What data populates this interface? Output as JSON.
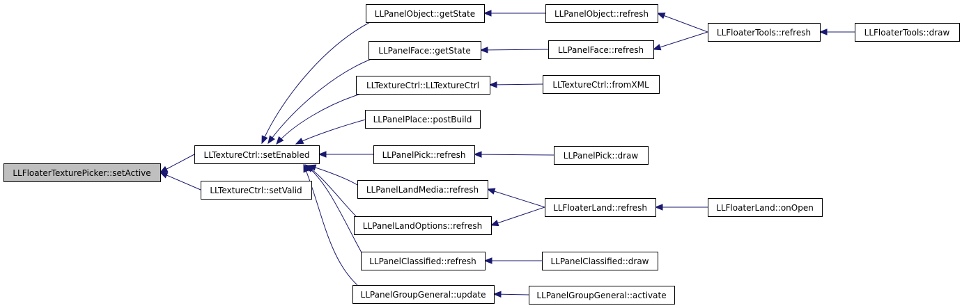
{
  "nodes": [
    {
      "id": "n0",
      "label": "LLFloaterTexturePicker::setActive",
      "root": true
    },
    {
      "id": "n1",
      "label": "LLTextureCtrl::setEnabled"
    },
    {
      "id": "n2",
      "label": "LLTextureCtrl::setValid"
    },
    {
      "id": "n3",
      "label": "LLPanelObject::getState"
    },
    {
      "id": "n4",
      "label": "LLPanelFace::getState"
    },
    {
      "id": "n5",
      "label": "LLTextureCtrl::LLTextureCtrl"
    },
    {
      "id": "n6",
      "label": "LLPanelPlace::postBuild"
    },
    {
      "id": "n7",
      "label": "LLPanelPick::refresh"
    },
    {
      "id": "n8",
      "label": "LLPanelLandMedia::refresh"
    },
    {
      "id": "n9",
      "label": "LLPanelLandOptions::refresh"
    },
    {
      "id": "n10",
      "label": "LLPanelClassified::refresh"
    },
    {
      "id": "n11",
      "label": "LLPanelGroupGeneral::update"
    },
    {
      "id": "n12",
      "label": "LLPanelObject::refresh"
    },
    {
      "id": "n13",
      "label": "LLPanelFace::refresh"
    },
    {
      "id": "n14",
      "label": "LLTextureCtrl::fromXML"
    },
    {
      "id": "n15",
      "label": "LLPanelPick::draw"
    },
    {
      "id": "n16",
      "label": "LLFloaterLand::refresh"
    },
    {
      "id": "n17",
      "label": "LLPanelClassified::draw"
    },
    {
      "id": "n18",
      "label": "LLPanelGroupGeneral::activate"
    },
    {
      "id": "n19",
      "label": "LLFloaterTools::refresh"
    },
    {
      "id": "n20",
      "label": "LLFloaterLand::onOpen"
    },
    {
      "id": "n21",
      "label": "LLFloaterTools::draw"
    }
  ],
  "edges": [
    {
      "from": "n1",
      "to": "n0"
    },
    {
      "from": "n2",
      "to": "n0"
    },
    {
      "from": "n3",
      "to": "n1"
    },
    {
      "from": "n4",
      "to": "n1"
    },
    {
      "from": "n5",
      "to": "n1"
    },
    {
      "from": "n6",
      "to": "n1"
    },
    {
      "from": "n7",
      "to": "n1"
    },
    {
      "from": "n8",
      "to": "n1"
    },
    {
      "from": "n9",
      "to": "n1"
    },
    {
      "from": "n10",
      "to": "n1"
    },
    {
      "from": "n11",
      "to": "n1"
    },
    {
      "from": "n12",
      "to": "n3"
    },
    {
      "from": "n13",
      "to": "n4"
    },
    {
      "from": "n14",
      "to": "n5"
    },
    {
      "from": "n15",
      "to": "n7"
    },
    {
      "from": "n16",
      "to": "n8"
    },
    {
      "from": "n16",
      "to": "n9"
    },
    {
      "from": "n17",
      "to": "n10"
    },
    {
      "from": "n18",
      "to": "n11"
    },
    {
      "from": "n19",
      "to": "n12"
    },
    {
      "from": "n19",
      "to": "n13"
    },
    {
      "from": "n20",
      "to": "n16"
    },
    {
      "from": "n21",
      "to": "n19"
    }
  ],
  "colors": {
    "edge": "#191970",
    "root_fill": "#bfbfbf",
    "node_fill": "#ffffff",
    "node_stroke": "#000000"
  }
}
